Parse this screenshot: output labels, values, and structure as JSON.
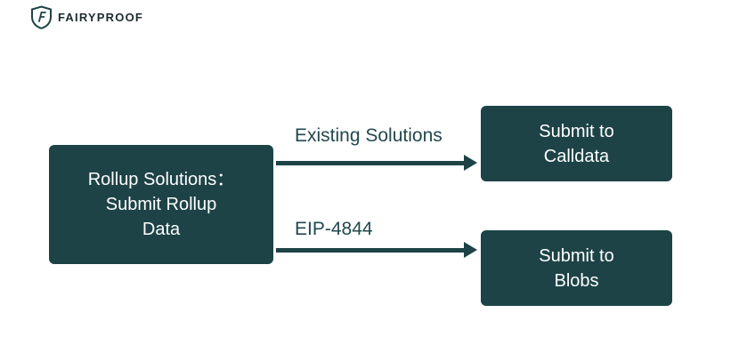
{
  "colors": {
    "accent": "#1d4347",
    "background": "#ffffff",
    "box_text": "#ffffff",
    "label_text": "#22494e",
    "logo_text": "#1c2b2d"
  },
  "logo": {
    "brand": "FAIRYPROOF",
    "icon": "shield-f-icon"
  },
  "diagram": {
    "source_box": {
      "line1": "Rollup Solutions：",
      "line2": "Submit Rollup",
      "line3": "Data"
    },
    "arrows": [
      {
        "label": "Existing Solutions",
        "target": {
          "line1": "Submit to",
          "line2": "Calldata"
        }
      },
      {
        "label": "EIP-4844",
        "target": {
          "line1": "Submit to",
          "line2": "Blobs"
        }
      }
    ]
  }
}
